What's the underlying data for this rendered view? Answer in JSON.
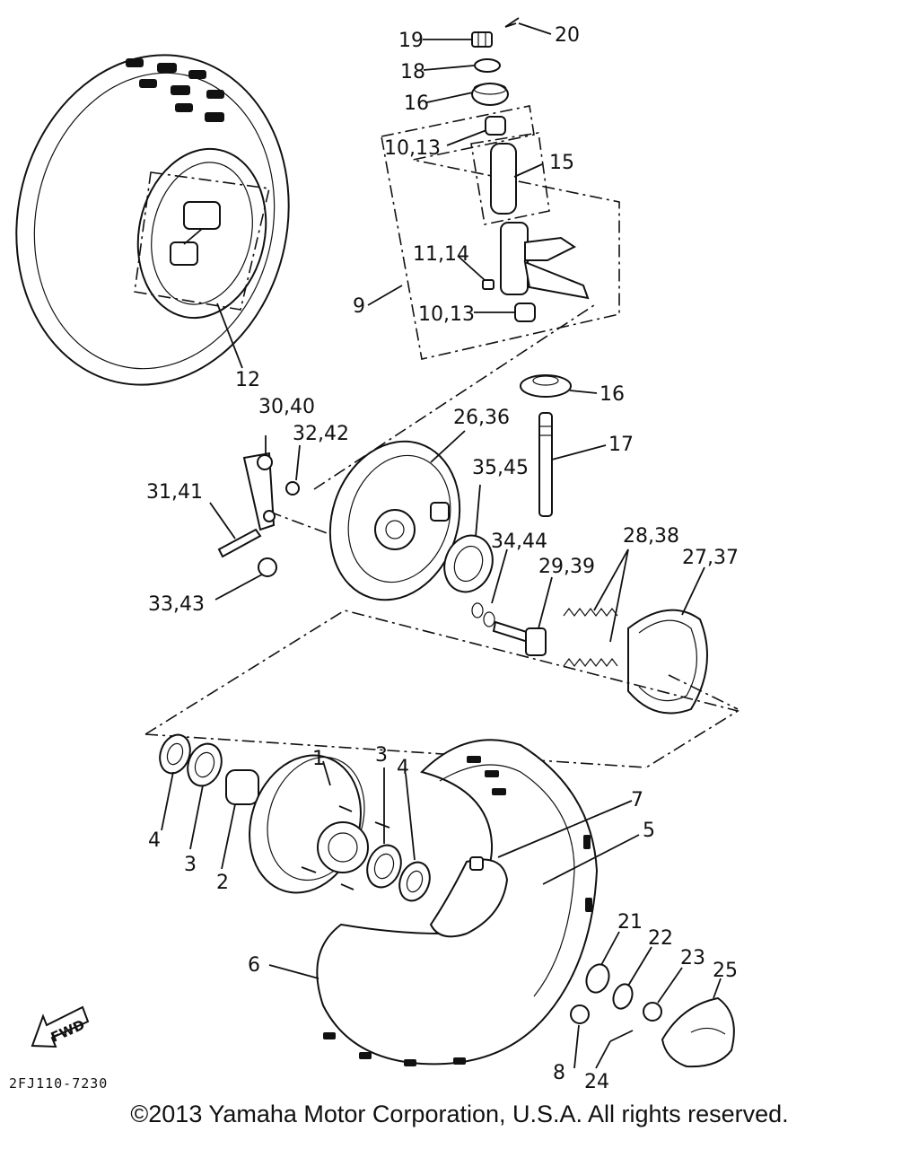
{
  "callouts": {
    "c1": "1",
    "c2": "2",
    "c3a": "3",
    "c3b": "3",
    "c4a": "4",
    "c4b": "4",
    "c5": "5",
    "c6": "6",
    "c7": "7",
    "c8": "8",
    "c9": "9",
    "c10a": "10,13",
    "c10b": "10,13",
    "c11": "11,14",
    "c12": "12",
    "c15": "15",
    "c16a": "16",
    "c16b": "16",
    "c17": "17",
    "c18": "18",
    "c19": "19",
    "c20": "20",
    "c21": "21",
    "c22": "22",
    "c23": "23",
    "c24": "24",
    "c25": "25",
    "c26": "26,36",
    "c27": "27,37",
    "c28": "28,38",
    "c29": "29,39",
    "c30": "30,40",
    "c31": "31,41",
    "c32": "32,42",
    "c33": "33,43",
    "c34": "34,44",
    "c35": "35,45"
  },
  "fwd_label": "FWD",
  "diagram_ref": "2FJ110-7230",
  "copyright": "©2013 Yamaha Motor Corporation, U.S.A. All rights reserved."
}
